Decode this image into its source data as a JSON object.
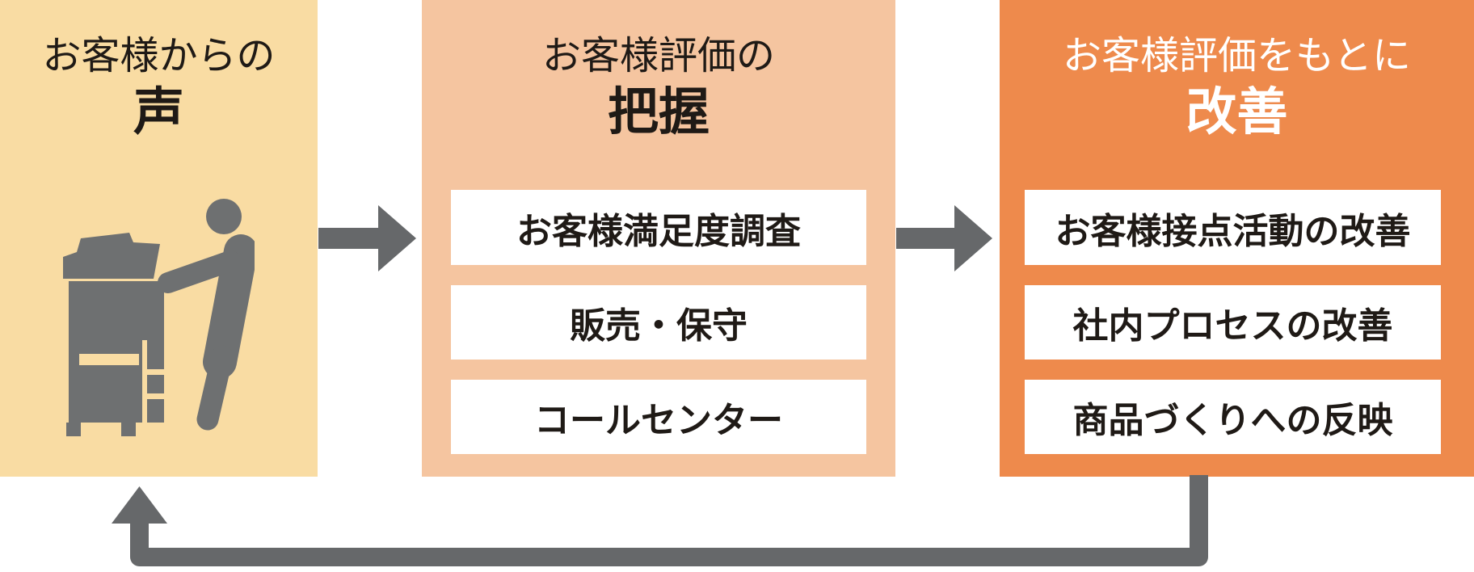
{
  "colors": {
    "panel_left_bg": "#F9DCA3",
    "panel_middle_bg": "#F5C5A0",
    "panel_right_bg": "#EE8A4C",
    "arrow_gray": "#66686A",
    "icon_gray": "#6E7071",
    "text_dark": "#1F1A16",
    "box_bg": "#FFFFFF",
    "text_white": "#FFFFFF"
  },
  "panels": {
    "left": {
      "title_line1": "お客様からの",
      "title_line2": "声"
    },
    "middle": {
      "title_line1": "お客様評価の",
      "title_line2": "把握",
      "items": [
        "お客様満足度調査",
        "販売・保守",
        "コールセンター"
      ]
    },
    "right": {
      "title_line1": "お客様評価をもとに",
      "title_line2": "改善",
      "items": [
        "お客様接点活動の改善",
        "社内プロセスの改善",
        "商品づくりへの反映"
      ]
    }
  },
  "icons": {
    "person_at_copier": "person-at-copier-icon",
    "arrow_right_1": "arrow-right-icon",
    "arrow_right_2": "arrow-right-icon",
    "feedback_loop": "feedback-loop-up-arrow-icon"
  }
}
